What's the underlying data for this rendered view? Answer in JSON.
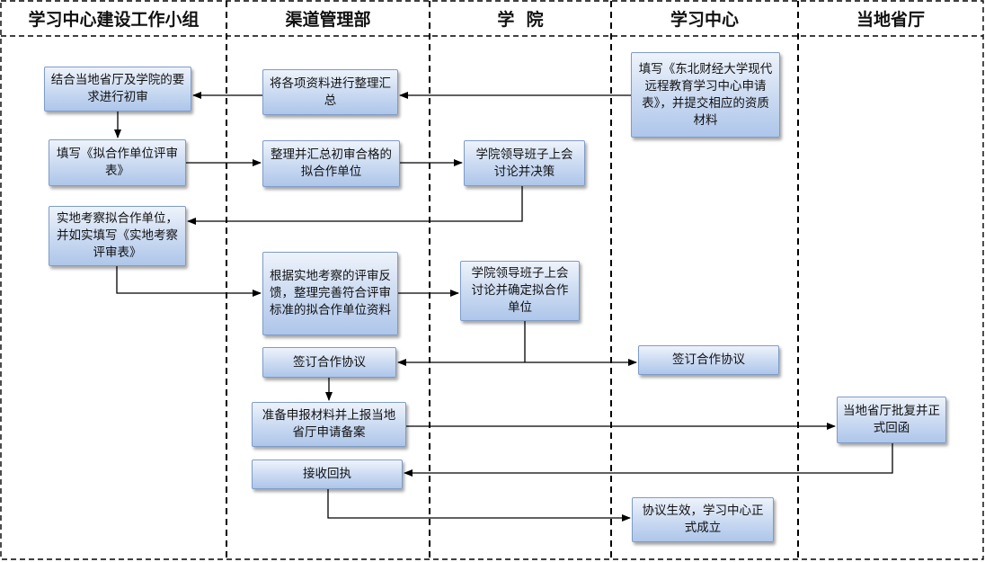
{
  "lanes": [
    {
      "id": "group",
      "label": "学习中心建设工作小组"
    },
    {
      "id": "channel",
      "label": "渠道管理部"
    },
    {
      "id": "college",
      "label": "学  院"
    },
    {
      "id": "center",
      "label": "学习中心"
    },
    {
      "id": "province",
      "label": "当地省厅"
    }
  ],
  "nodes": [
    {
      "id": "n1",
      "lane": "center",
      "text": "填写《东北财经大学现代远程教育学习中心申请表》，并提交相应的资质材料"
    },
    {
      "id": "n2",
      "lane": "channel",
      "text": "将各项资料进行整理汇总"
    },
    {
      "id": "n3",
      "lane": "group",
      "text": "结合当地省厅及学院的要求进行初审"
    },
    {
      "id": "n4",
      "lane": "group",
      "text": "填写《拟合作单位评审表》"
    },
    {
      "id": "n5",
      "lane": "channel",
      "text": "整理并汇总初审合格的拟合作单位"
    },
    {
      "id": "n6",
      "lane": "college",
      "text": "学院领导班子上会讨论并决策"
    },
    {
      "id": "n7",
      "lane": "group",
      "text": "实地考察拟合作单位，并如实填写《实地考察评审表》"
    },
    {
      "id": "n8",
      "lane": "channel",
      "text": "根据实地考察的评审反馈，整理完善符合评审标准的拟合作单位资料"
    },
    {
      "id": "n9",
      "lane": "college",
      "text": "学院领导班子上会讨论并确定拟合作单位"
    },
    {
      "id": "n10",
      "lane": "channel",
      "text": "签订合作协议"
    },
    {
      "id": "n11",
      "lane": "center",
      "text": "签订合作协议"
    },
    {
      "id": "n12",
      "lane": "channel",
      "text": "准备申报材料并上报当地省厅申请备案"
    },
    {
      "id": "n13",
      "lane": "province",
      "text": "当地省厅批复并正式回函"
    },
    {
      "id": "n14",
      "lane": "channel",
      "text": "接收回执"
    },
    {
      "id": "n15",
      "lane": "center",
      "text": "协议生效，学习中心正式成立"
    }
  ],
  "edges": [
    {
      "from": "n1",
      "to": "n2"
    },
    {
      "from": "n2",
      "to": "n3"
    },
    {
      "from": "n3",
      "to": "n4"
    },
    {
      "from": "n4",
      "to": "n5"
    },
    {
      "from": "n5",
      "to": "n6"
    },
    {
      "from": "n6",
      "to": "n7"
    },
    {
      "from": "n7",
      "to": "n8"
    },
    {
      "from": "n8",
      "to": "n9"
    },
    {
      "from": "n9",
      "to": "n10"
    },
    {
      "from": "n9",
      "to": "n11"
    },
    {
      "from": "n10",
      "to": "n12"
    },
    {
      "from": "n12",
      "to": "n13"
    },
    {
      "from": "n13",
      "to": "n14"
    },
    {
      "from": "n14",
      "to": "n15"
    }
  ]
}
